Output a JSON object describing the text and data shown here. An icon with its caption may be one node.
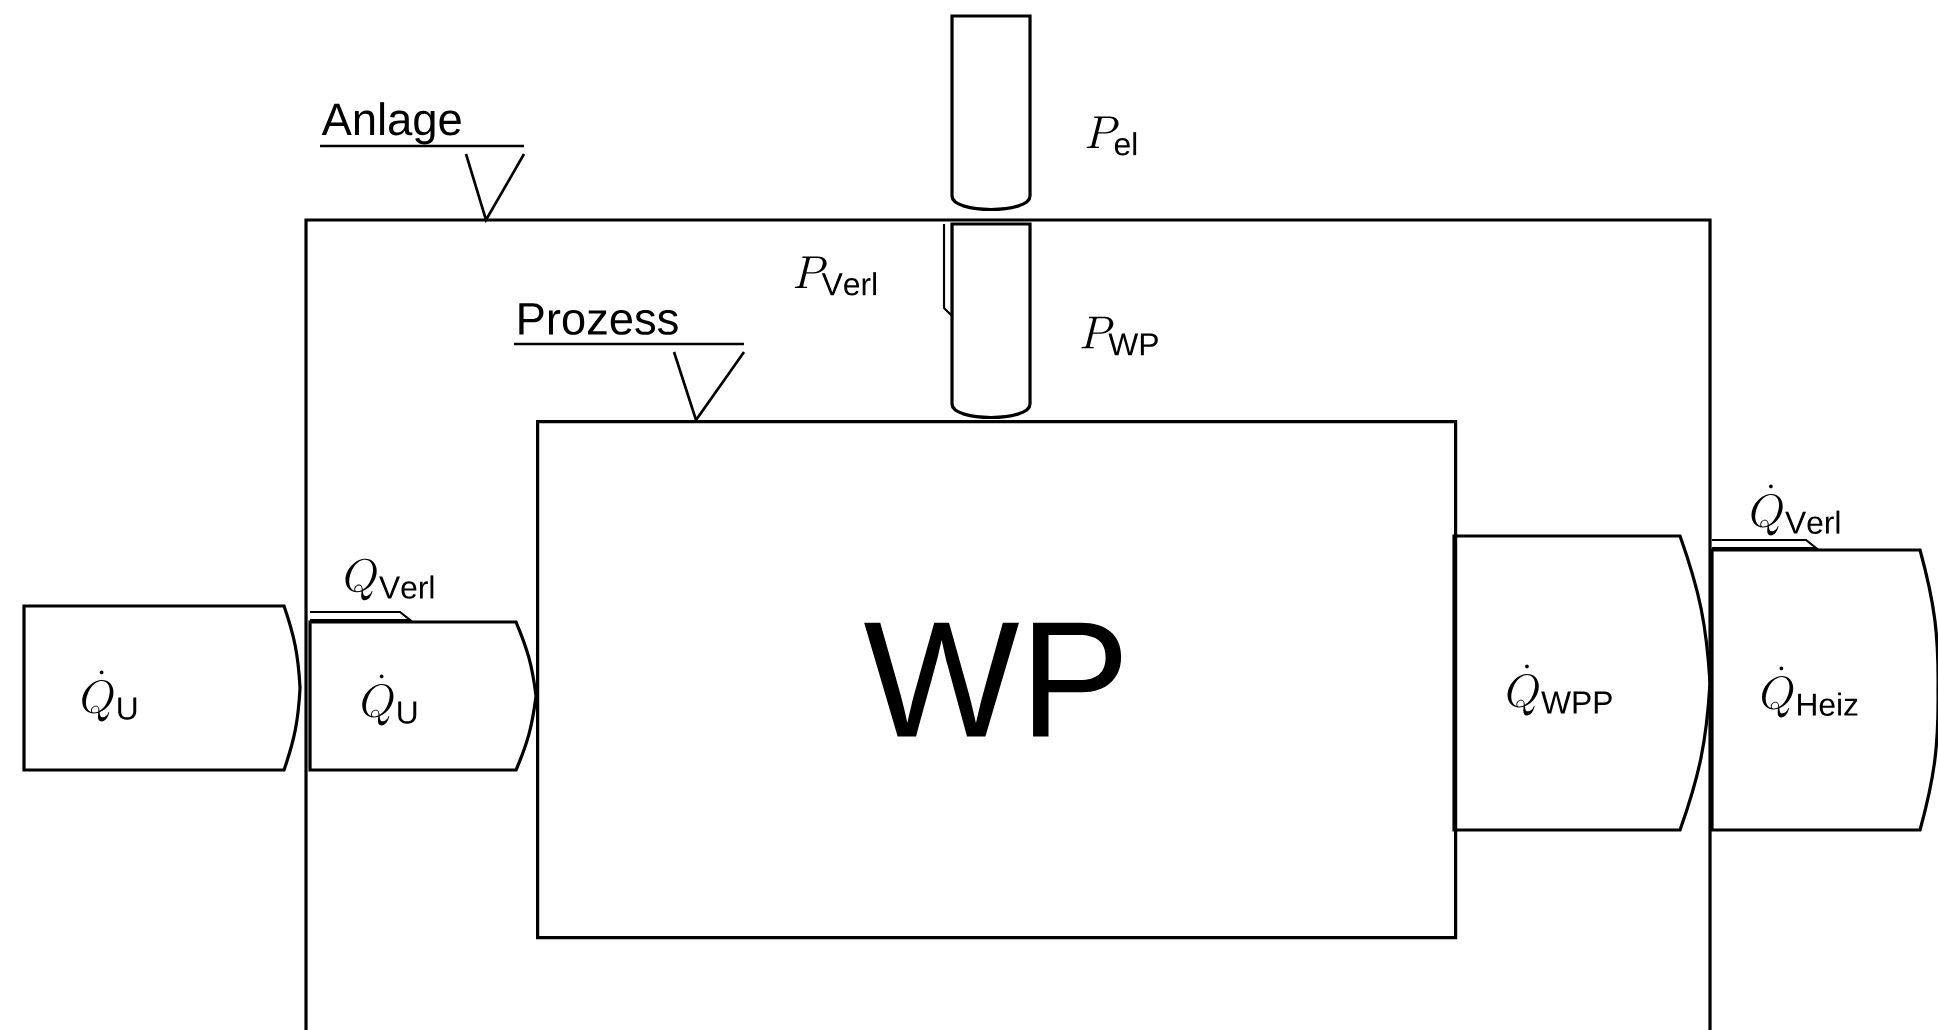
{
  "diagram": {
    "nodes": [
      {
        "text": [],
        "shape": "box"
      },
      {
        "text": [
          "Anlage"
        ]
      },
      {
        "text": [
          "Prozess"
        ],
        "in": 0
      },
      {
        "text": [
          "WP"
        ],
        "in": 0
      },
      {
        "text": [
          "\\dot{Q}_\\mathrm{U}"
        ]
      },
      {
        "text": [
          "\\dot{Q}_\\mathrm{U}"
        ],
        "in": 0
      },
      {
        "text": [
          "P_\\mathrm{el}"
        ]
      },
      {
        "text": [
          "P_\\mathrm{WP}"
        ],
        "in": 0
      },
      {
        "text": [
          "\\dot{Q}_\\mathrm{WPP}"
        ],
        "in": 0
      },
      {
        "text": [
          "\\dot{Q}_\\mathrm{Heiz}"
        ]
      }
    ],
    "edges": [
      {
        "from": 1,
        "to": 0,
        "arrow": "none"
      },
      {
        "from": 2,
        "to": 3,
        "arrow": "none"
      }
    ],
    "labels": [
      "P_\\mathrm{Verl}",
      "Q_\\mathrm{Verl}",
      "\\dot{Q}_\\mathrm{Verl}"
    ]
  }
}
